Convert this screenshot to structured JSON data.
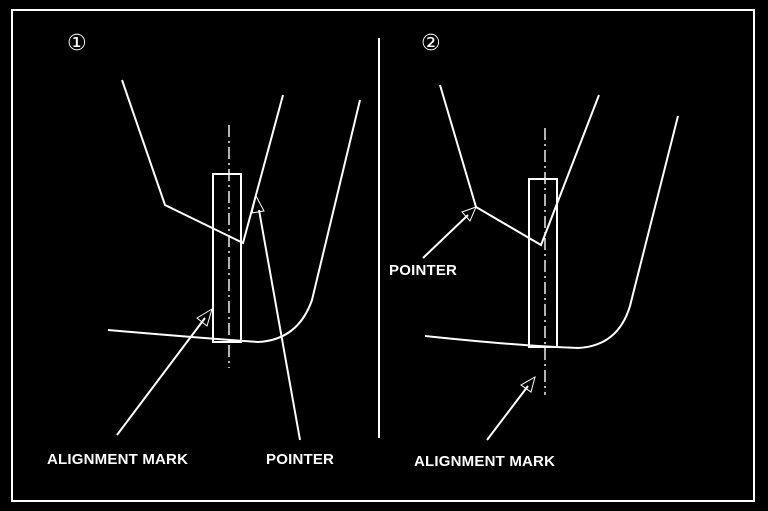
{
  "panels": [
    {
      "number": "①",
      "labels": {
        "alignment_mark": "ALIGNMENT MARK",
        "pointer": "POINTER"
      }
    },
    {
      "number": "②",
      "labels": {
        "alignment_mark": "ALIGNMENT MARK",
        "pointer": "POINTER"
      }
    }
  ],
  "colors": {
    "background": "#000000",
    "line": "#ffffff"
  }
}
